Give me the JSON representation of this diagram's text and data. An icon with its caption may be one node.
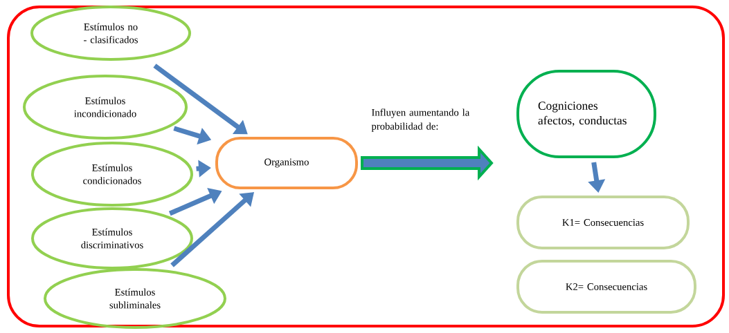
{
  "diagram": {
    "nodes": [
      {
        "text": [
          "Estímulos no - clasificados"
        ]
      },
      {
        "text": [
          "Estímulos incondicionado"
        ]
      },
      {
        "text": [
          "Estímulos condicionados"
        ]
      },
      {
        "text": [
          "Estímulos discriminativos"
        ]
      },
      {
        "text": [
          "Estímulos subliminales"
        ]
      },
      {
        "text": [
          "Organismo"
        ]
      },
      {
        "text": [
          "Cogniciones afectos, conductas"
        ]
      },
      {
        "text": [
          "K1= Consecuencias"
        ]
      },
      {
        "text": [
          "K2= Consecuencias"
        ]
      }
    ],
    "edges": [
      {
        "from": 0,
        "to": 5,
        "arrow": "to"
      },
      {
        "from": 1,
        "to": 5,
        "arrow": "to"
      },
      {
        "from": 2,
        "to": 5,
        "arrow": "to"
      },
      {
        "from": 3,
        "to": 5,
        "arrow": "to"
      },
      {
        "from": 4,
        "to": 5,
        "arrow": "to"
      },
      {
        "from": 5,
        "to": 6,
        "arrow": "to",
        "label": "Influyen aumentando la probabilidad de:",
        "style": "thick",
        "color": "#00b050"
      },
      {
        "from": 6,
        "to": 7,
        "arrow": "to"
      }
    ]
  }
}
